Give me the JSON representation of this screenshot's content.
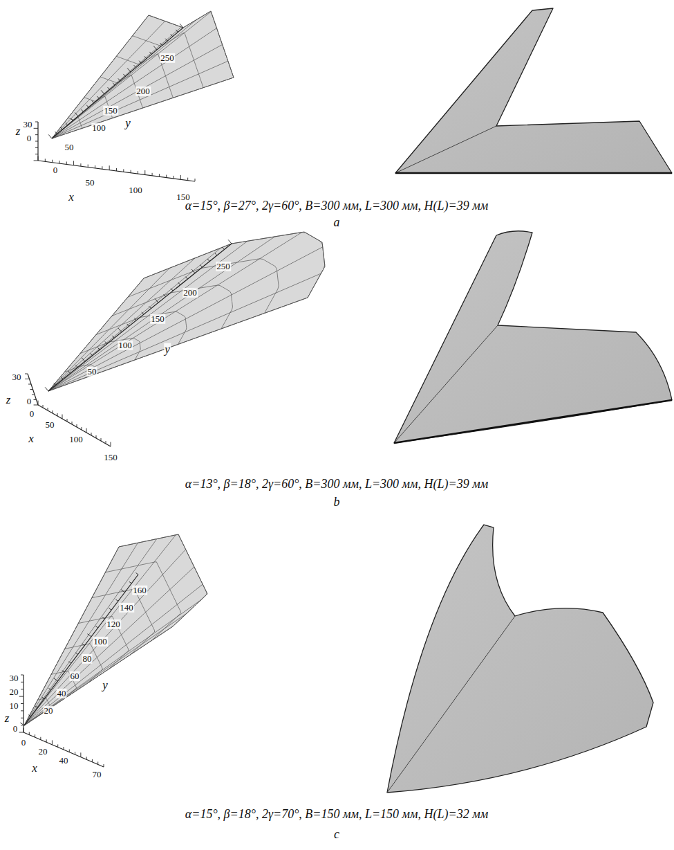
{
  "diagram": {
    "labels": [
      "z",
      "30",
      "0",
      "50",
      "y",
      "100",
      "150",
      "200",
      "250",
      "0",
      "50",
      "100",
      "150",
      "x",
      "α=15°, β=27°, 2γ=60°, B=300 мм, L=300 мм, H(L)=39 мм",
      "a",
      "30",
      "z",
      "0",
      "50",
      "y",
      "100",
      "150",
      "200",
      "250",
      "0",
      "50",
      "100",
      "150",
      "x",
      "α=13°, β=18°, 2γ=60°, B=300 мм, L=300 мм, H(L)=39 мм",
      "b",
      "30",
      "20",
      "z",
      "10",
      "0",
      "0",
      "20",
      "40",
      "70",
      "x",
      "20",
      "40",
      "60",
      "80",
      "100",
      "120",
      "140",
      "160",
      "y",
      "α=15°, β=18°, 2γ=70°, B=150 мм, L=150 мм, H(L)=32 мм",
      "c"
    ]
  }
}
